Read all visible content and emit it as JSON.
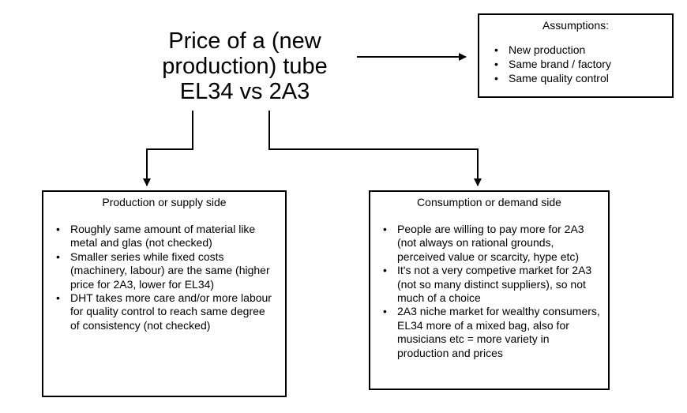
{
  "title": {
    "line1": "Price of a (new",
    "line2": "production) tube",
    "line3": "EL34 vs 2A3"
  },
  "assumptions": {
    "heading": "Assumptions:",
    "items": [
      "New production",
      "Same brand / factory",
      "Same quality control"
    ]
  },
  "supply": {
    "heading": "Production or supply side",
    "items": [
      "Roughly same amount of material like metal and glas (not checked)",
      "Smaller series while fixed costs (machinery, labour) are the same (higher price for 2A3, lower for EL34)",
      "DHT takes more care and/or more labour for quality control to reach same degree of consistency (not checked)"
    ]
  },
  "demand": {
    "heading": "Consumption or demand side",
    "items": [
      "People are willing to pay more for 2A3 (not always on rational grounds, perceived value or scarcity, hype etc)",
      "It's not a very competive market for 2A3 (not so many distinct suppliers), so not much of a choice",
      "2A3 niche market for wealthy consumers, EL34 more of a mixed bag, also for musicians etc = more variety in production and prices"
    ]
  }
}
